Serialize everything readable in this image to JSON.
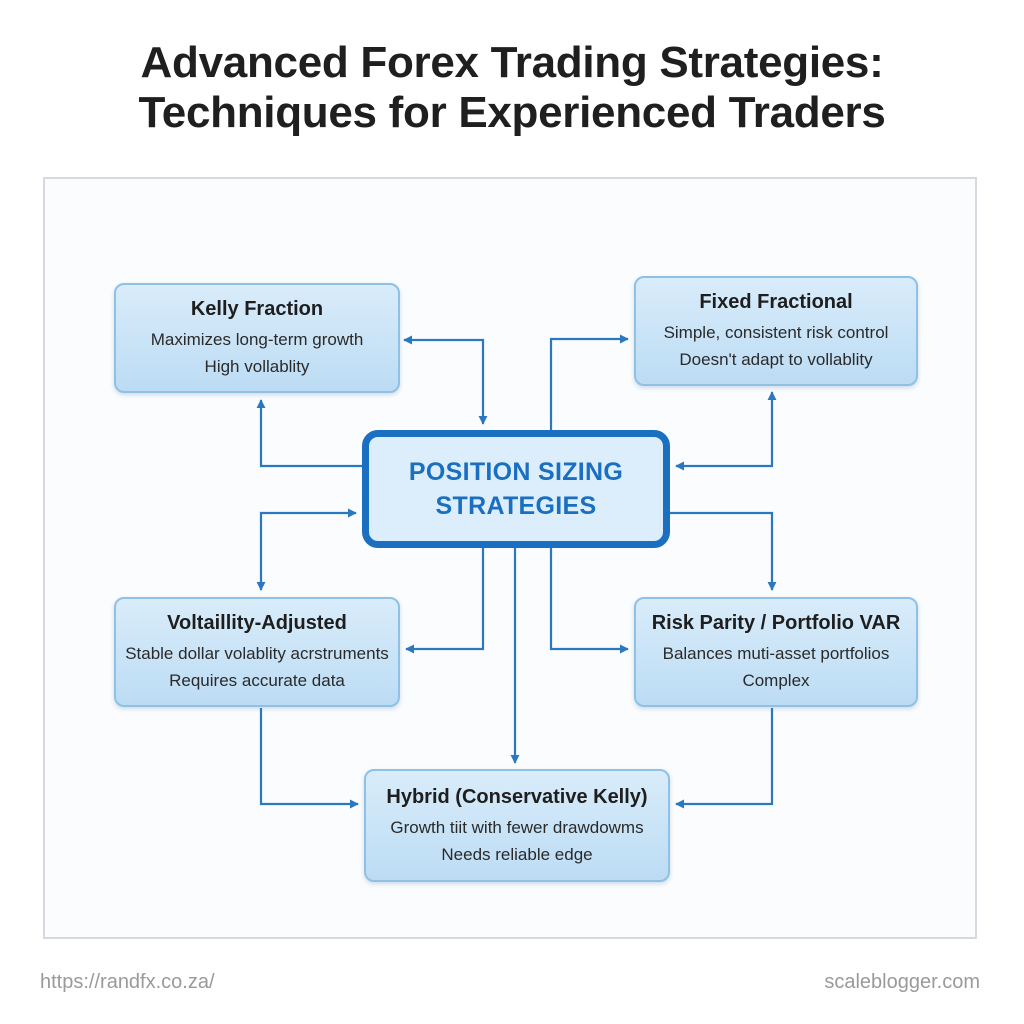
{
  "title": {
    "line1": "Advanced Forex Trading Strategies:",
    "line2": "Techniques for Experienced Traders"
  },
  "center": {
    "line1": "POSITION SIZING",
    "line2": "STRATEGIES"
  },
  "nodes": {
    "kelly": {
      "heading": "Kelly Fraction",
      "lines": [
        "Maximizes long-term growth",
        "High vollablity"
      ]
    },
    "fixed": {
      "heading": "Fixed Fractional",
      "lines": [
        "Simple, consistent risk control",
        "Doesn't adapt to vollablity"
      ]
    },
    "volatility": {
      "heading": "Voltaillity-Adjusted",
      "lines": [
        "Stable dollar volablity acrstruments",
        "Requires accurate data"
      ]
    },
    "riskparity": {
      "heading": "Risk Parity / Portfolio VAR",
      "lines": [
        "Balances muti-asset portfolios",
        "Complex"
      ]
    },
    "hybrid": {
      "heading": "Hybrid (Conservative Kelly)",
      "lines": [
        "Growth tiit with fewer drawdowms",
        "Needs reliable edge"
      ]
    }
  },
  "colors": {
    "accent": "#1a6fc0",
    "connector": "#2a78bf",
    "node_border": "#8fc1e6",
    "node_fill": "#c9e3f7"
  },
  "footer": {
    "left": "https://randfx.co.za/",
    "right": "scaleblogger.com"
  }
}
